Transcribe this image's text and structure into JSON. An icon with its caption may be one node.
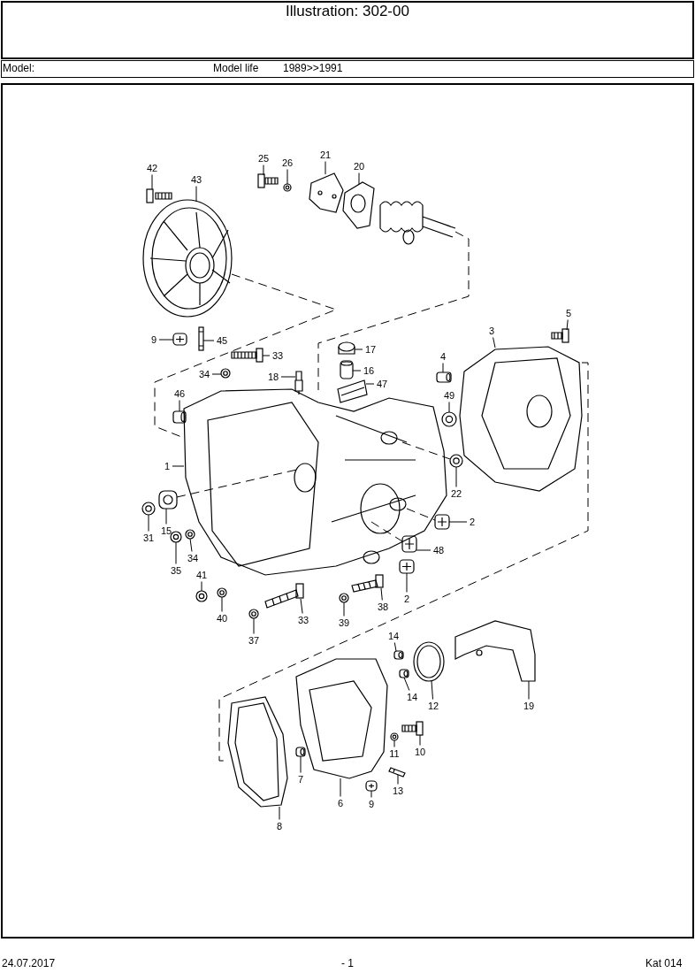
{
  "diagram": {
    "title": "Illustration: 302-00",
    "nodes": [
      {
        "text": [
          "42"
        ]
      },
      {
        "text": [
          "43"
        ]
      },
      {
        "text": [
          "25"
        ]
      },
      {
        "text": [
          "26"
        ]
      },
      {
        "text": [
          "21"
        ]
      },
      {
        "text": [
          "20"
        ]
      },
      {
        "text": [
          "5"
        ]
      },
      {
        "text": [
          "3"
        ]
      },
      {
        "text": [
          "9"
        ]
      },
      {
        "text": [
          "45"
        ]
      },
      {
        "text": [
          "33"
        ]
      },
      {
        "text": [
          "17"
        ]
      },
      {
        "text": [
          "4"
        ]
      },
      {
        "text": [
          "16"
        ]
      },
      {
        "text": [
          "34"
        ]
      },
      {
        "text": [
          "18"
        ]
      },
      {
        "text": [
          "47"
        ]
      },
      {
        "text": [
          "46"
        ]
      },
      {
        "text": [
          "49"
        ]
      },
      {
        "text": [
          "1"
        ]
      },
      {
        "text": [
          "22"
        ]
      },
      {
        "text": [
          "2"
        ]
      },
      {
        "text": [
          "15"
        ]
      },
      {
        "text": [
          "31"
        ]
      },
      {
        "text": [
          "48"
        ]
      },
      {
        "text": [
          "34"
        ]
      },
      {
        "text": [
          "35"
        ]
      },
      {
        "text": [
          "41"
        ]
      },
      {
        "text": [
          "2"
        ]
      },
      {
        "text": [
          "38"
        ]
      },
      {
        "text": [
          "33"
        ]
      },
      {
        "text": [
          "40"
        ]
      },
      {
        "text": [
          "39"
        ]
      },
      {
        "text": [
          "37"
        ]
      },
      {
        "text": [
          "14"
        ]
      },
      {
        "text": [
          "14"
        ]
      },
      {
        "text": [
          "12"
        ]
      },
      {
        "text": [
          "19"
        ]
      },
      {
        "text": [
          "10"
        ]
      },
      {
        "text": [
          "11"
        ]
      },
      {
        "text": [
          "7"
        ]
      },
      {
        "text": [
          "13"
        ]
      },
      {
        "text": [
          "6"
        ]
      },
      {
        "text": [
          "9"
        ]
      },
      {
        "text": [
          "8"
        ]
      },
      {
        "text": [],
        "shape": "picture"
      },
      {
        "text": [],
        "shape": "picture"
      },
      {
        "text": [],
        "shape": "picture"
      },
      {
        "text": [],
        "shape": "picture"
      },
      {
        "text": [],
        "shape": "picture"
      },
      {
        "text": [],
        "shape": "picture"
      },
      {
        "text": [],
        "shape": "picture"
      },
      {
        "text": [],
        "shape": "picture"
      },
      {
        "text": [],
        "shape": "picture"
      },
      {
        "text": [],
        "shape": "picture"
      },
      {
        "text": [],
        "shape": "picture"
      },
      {
        "text": [],
        "shape": "picture"
      },
      {
        "text": [],
        "shape": "picture"
      },
      {
        "text": [],
        "shape": "picture"
      },
      {
        "text": [],
        "shape": "picture"
      },
      {
        "text": [],
        "shape": "picture"
      },
      {
        "text": [],
        "shape": "picture"
      },
      {
        "text": [],
        "shape": "picture"
      },
      {
        "text": [],
        "shape": "picture"
      },
      {
        "text": [],
        "shape": "picture"
      },
      {
        "text": [],
        "shape": "picture"
      },
      {
        "text": [],
        "shape": "picture"
      },
      {
        "text": [],
        "shape": "picture"
      },
      {
        "text": [],
        "shape": "picture"
      },
      {
        "text": [],
        "shape": "picture"
      },
      {
        "text": [],
        "shape": "picture"
      },
      {
        "text": [],
        "shape": "picture"
      },
      {
        "text": [],
        "shape": "picture"
      },
      {
        "text": [],
        "shape": "picture"
      },
      {
        "text": [],
        "shape": "picture"
      },
      {
        "text": [],
        "shape": "picture"
      },
      {
        "text": [],
        "shape": "picture"
      },
      {
        "text": [],
        "shape": "picture"
      },
      {
        "text": [],
        "shape": "picture"
      },
      {
        "text": [],
        "shape": "picture"
      },
      {
        "text": [],
        "shape": "picture"
      },
      {
        "text": [],
        "shape": "picture"
      },
      {
        "text": [],
        "shape": "picture"
      },
      {
        "text": [],
        "shape": "picture"
      },
      {
        "text": [],
        "shape": "picture"
      },
      {
        "text": [],
        "shape": "picture"
      },
      {
        "text": [],
        "shape": "picture"
      },
      {
        "text": [],
        "shape": "picture"
      },
      {
        "text": [],
        "shape": "picture"
      },
      {
        "text": [],
        "shape": "picture"
      },
      {
        "text": [],
        "shape": "picture"
      }
    ],
    "edges": [
      {
        "from": 0,
        "to": 45,
        "arrow": "none"
      },
      {
        "from": 1,
        "to": 46,
        "arrow": "none"
      },
      {
        "from": 2,
        "to": 47,
        "arrow": "none"
      },
      {
        "from": 3,
        "to": 48,
        "arrow": "none"
      },
      {
        "from": 4,
        "to": 49,
        "arrow": "none"
      },
      {
        "from": 5,
        "to": 50,
        "arrow": "none"
      },
      {
        "from": 6,
        "to": 51,
        "arrow": "none"
      },
      {
        "from": 7,
        "to": 52,
        "arrow": "none"
      },
      {
        "from": 8,
        "to": 53,
        "arrow": "none"
      },
      {
        "from": 9,
        "to": 54,
        "arrow": "none"
      },
      {
        "from": 10,
        "to": 55,
        "arrow": "none"
      },
      {
        "from": 11,
        "to": 56,
        "arrow": "none"
      },
      {
        "from": 12,
        "to": 57,
        "arrow": "none"
      },
      {
        "from": 13,
        "to": 58,
        "arrow": "none"
      },
      {
        "from": 14,
        "to": 59,
        "arrow": "none"
      },
      {
        "from": 15,
        "to": 60,
        "arrow": "none"
      },
      {
        "from": 16,
        "to": 61,
        "arrow": "none"
      },
      {
        "from": 17,
        "to": 62,
        "arrow": "none"
      },
      {
        "from": 18,
        "to": 63,
        "arrow": "none"
      },
      {
        "from": 19,
        "to": 64,
        "arrow": "none"
      },
      {
        "from": 20,
        "to": 65,
        "arrow": "none"
      },
      {
        "from": 21,
        "to": 66,
        "arrow": "none"
      },
      {
        "from": 22,
        "to": 67,
        "arrow": "none"
      },
      {
        "from": 23,
        "to": 68,
        "arrow": "none"
      },
      {
        "from": 24,
        "to": 69,
        "arrow": "none"
      },
      {
        "from": 25,
        "to": 70,
        "arrow": "none"
      },
      {
        "from": 26,
        "to": 71,
        "arrow": "none"
      },
      {
        "from": 27,
        "to": 72,
        "arrow": "none"
      },
      {
        "from": 28,
        "to": 73,
        "arrow": "none"
      },
      {
        "from": 29,
        "to": 74,
        "arrow": "none"
      },
      {
        "from": 30,
        "to": 75,
        "arrow": "none"
      },
      {
        "from": 31,
        "to": 76,
        "arrow": "none"
      },
      {
        "from": 32,
        "to": 77,
        "arrow": "none"
      },
      {
        "from": 33,
        "to": 78,
        "arrow": "none"
      },
      {
        "from": 34,
        "to": 79,
        "arrow": "none"
      },
      {
        "from": 35,
        "to": 80,
        "arrow": "none"
      },
      {
        "from": 36,
        "to": 81,
        "arrow": "none"
      },
      {
        "from": 37,
        "to": 82,
        "arrow": "none"
      },
      {
        "from": 38,
        "to": 83,
        "arrow": "none"
      },
      {
        "from": 39,
        "to": 84,
        "arrow": "none"
      },
      {
        "from": 40,
        "to": 85,
        "arrow": "none"
      },
      {
        "from": 41,
        "to": 86,
        "arrow": "none"
      },
      {
        "from": 42,
        "to": 87,
        "arrow": "none"
      },
      {
        "from": 43,
        "to": 88,
        "arrow": "none"
      },
      {
        "from": 44,
        "to": 89,
        "arrow": "none"
      },
      {
        "from": 46,
        "to": 64,
        "arrow": "none",
        "style": "dashed"
      },
      {
        "from": 90,
        "to": 64,
        "arrow": "none",
        "style": "dashed"
      },
      {
        "from": 52,
        "to": 89,
        "arrow": "none",
        "style": "dashed"
      },
      {
        "from": 67,
        "to": 64,
        "arrow": "none",
        "style": "dashed"
      },
      {
        "from": 64,
        "to": 65,
        "arrow": "none",
        "style": "dashed"
      },
      {
        "from": 64,
        "to": 66,
        "arrow": "none",
        "style": "dashed"
      },
      {
        "from": 64,
        "to": 69,
        "arrow": "none",
        "style": "dashed"
      }
    ],
    "labels": [
      "Model:",
      "Model life",
      "1989>>1991",
      "24.07.2017",
      "- 1",
      "Kat 014"
    ]
  }
}
